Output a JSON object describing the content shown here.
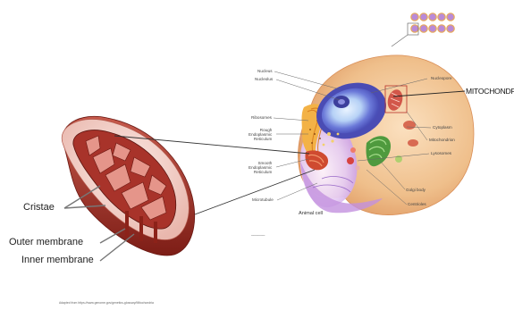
{
  "diagram": {
    "cell_labels": {
      "nucleus": "Nucleus",
      "nucleolus": "Nucleolus",
      "ribosomes": "Ribosomes",
      "rough_er": "Rough\nEndoplasmic\nReticulum",
      "smooth_er": "Smooth\nEndoplasmic\nReticulum",
      "microtubule": "Microtubule",
      "animal_cell": "Animal cell",
      "nucleopore": "Nucleopore",
      "mitochondria": "MITOCHONDRIA",
      "cytoplasm": "Cytoplasm",
      "mitochondrion": "Mitochondrion",
      "lysosomes": "Lysosomes",
      "golgi_body": "Golgi body",
      "centrioles": "Centrioles",
      "scale": "______"
    },
    "mito_labels": {
      "cristae": "Cristae",
      "outer_membrane": "Outer membrane",
      "inner_membrane": "Inner membrane"
    },
    "credit": "Adapted from https://www.genome.gov/genetics-glossary/Mitochondria",
    "colors": {
      "cell_outer": "#e9b17a",
      "cell_inner_purple": "#c8a2e0",
      "nucleus": "#5b5fc9",
      "nucleus_core": "#cfe4ff",
      "mito_red": "#b03a2e",
      "mito_dark": "#7d1d16",
      "er_orange": "#f0a43a",
      "golgi_green": "#5aa64a",
      "dot_purple": "#b98ad8"
    }
  }
}
